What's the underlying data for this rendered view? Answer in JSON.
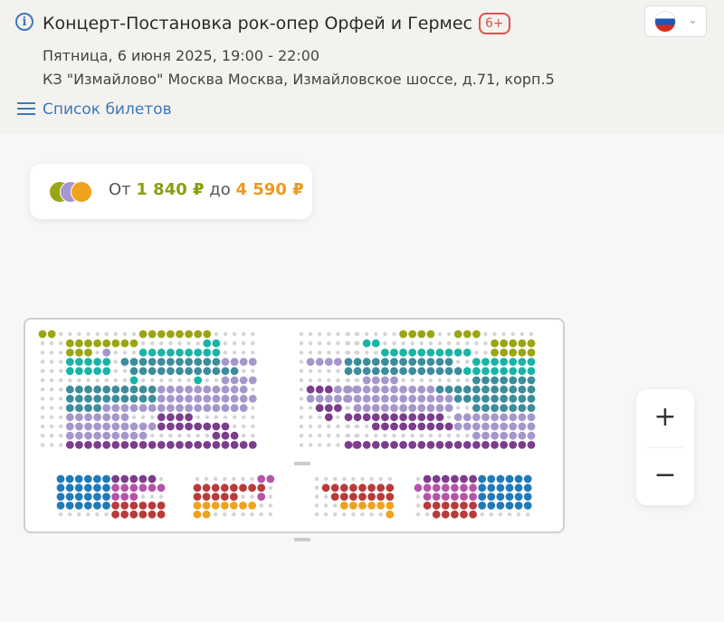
{
  "header": {
    "info_icon": "info-icon",
    "title": "Концерт-Постановка рок-опер Орфей и Гермес",
    "age_rating": "6+",
    "date": "Пятница, 6 июня 2025, 19:00 - 22:00",
    "venue": "КЗ \"Измайлово\" Москва Москва, Измайловское шоссе, д.71, корп.5",
    "tickets_link": "Список билетов",
    "language_flag": "russia-flag-icon"
  },
  "price": {
    "from_label": "От",
    "min": "1 840 ₽",
    "to_label": "до",
    "max": "4 590 ₽",
    "colors": [
      "#98a614",
      "#a896cc",
      "#f0a21e"
    ]
  },
  "zoom": {
    "plus": "+",
    "minus": "−"
  },
  "palette": {
    "olive": "#9aa512",
    "teal": "#19b4a5",
    "slate": "#3d8c9a",
    "lavender": "#a597cb",
    "purple": "#7b3d8c",
    "magenta": "#b454a8",
    "blue": "#1f7ab8",
    "red": "#b83a3a",
    "orange": "#f0a21e",
    "free": "#d4d4d4"
  }
}
